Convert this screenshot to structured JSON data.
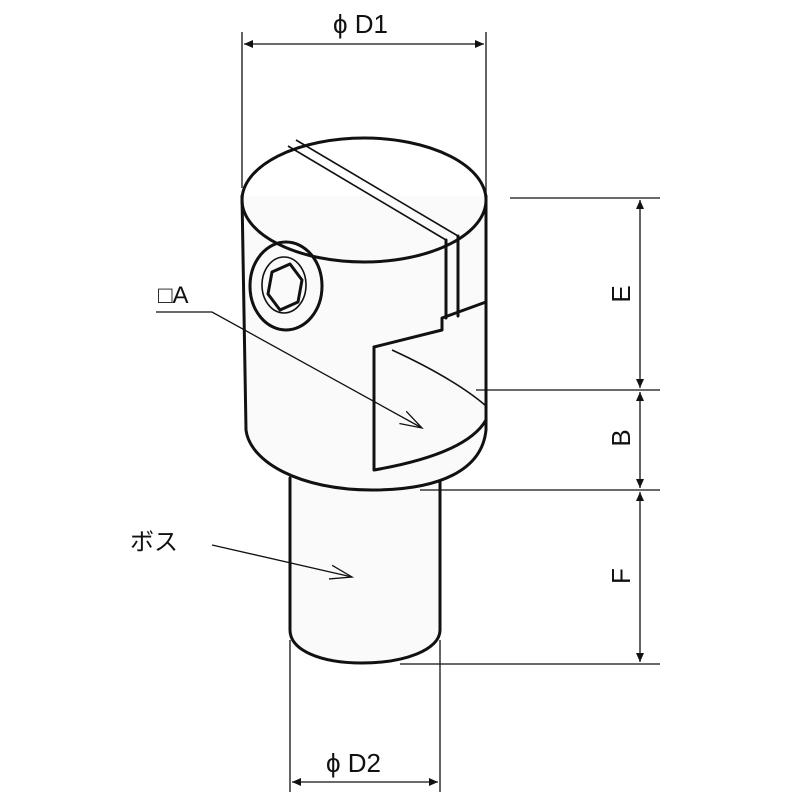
{
  "labels": {
    "d1": "ϕ D1",
    "d2": "ϕ D2",
    "e": "E",
    "b": "B",
    "f": "F",
    "a": "□A",
    "boss": "ボス"
  },
  "colors": {
    "line": "#111111",
    "background": "#ffffff"
  }
}
